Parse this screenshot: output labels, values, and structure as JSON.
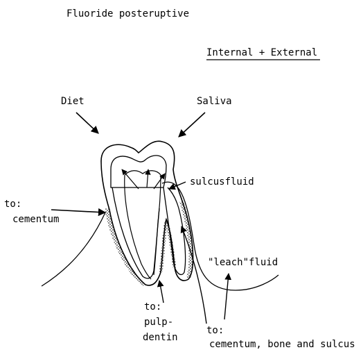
{
  "title": "Fluoride posteruptive",
  "subtitle": "Internal + External",
  "labels": {
    "diet": "Diet",
    "saliva": "Saliva",
    "sulcus_fluid": "sulcusfluid",
    "to_cementum_line1": "to:",
    "to_cementum_line2": "cementum",
    "leach_fluid": "\"leach\"fluid",
    "to_pulp_line1": "to:",
    "to_pulp_line2": "pulp-",
    "to_pulp_line3": "dentin",
    "to_bone_line1": "to:",
    "to_bone_line2": "cementum, bone and sulcus"
  }
}
